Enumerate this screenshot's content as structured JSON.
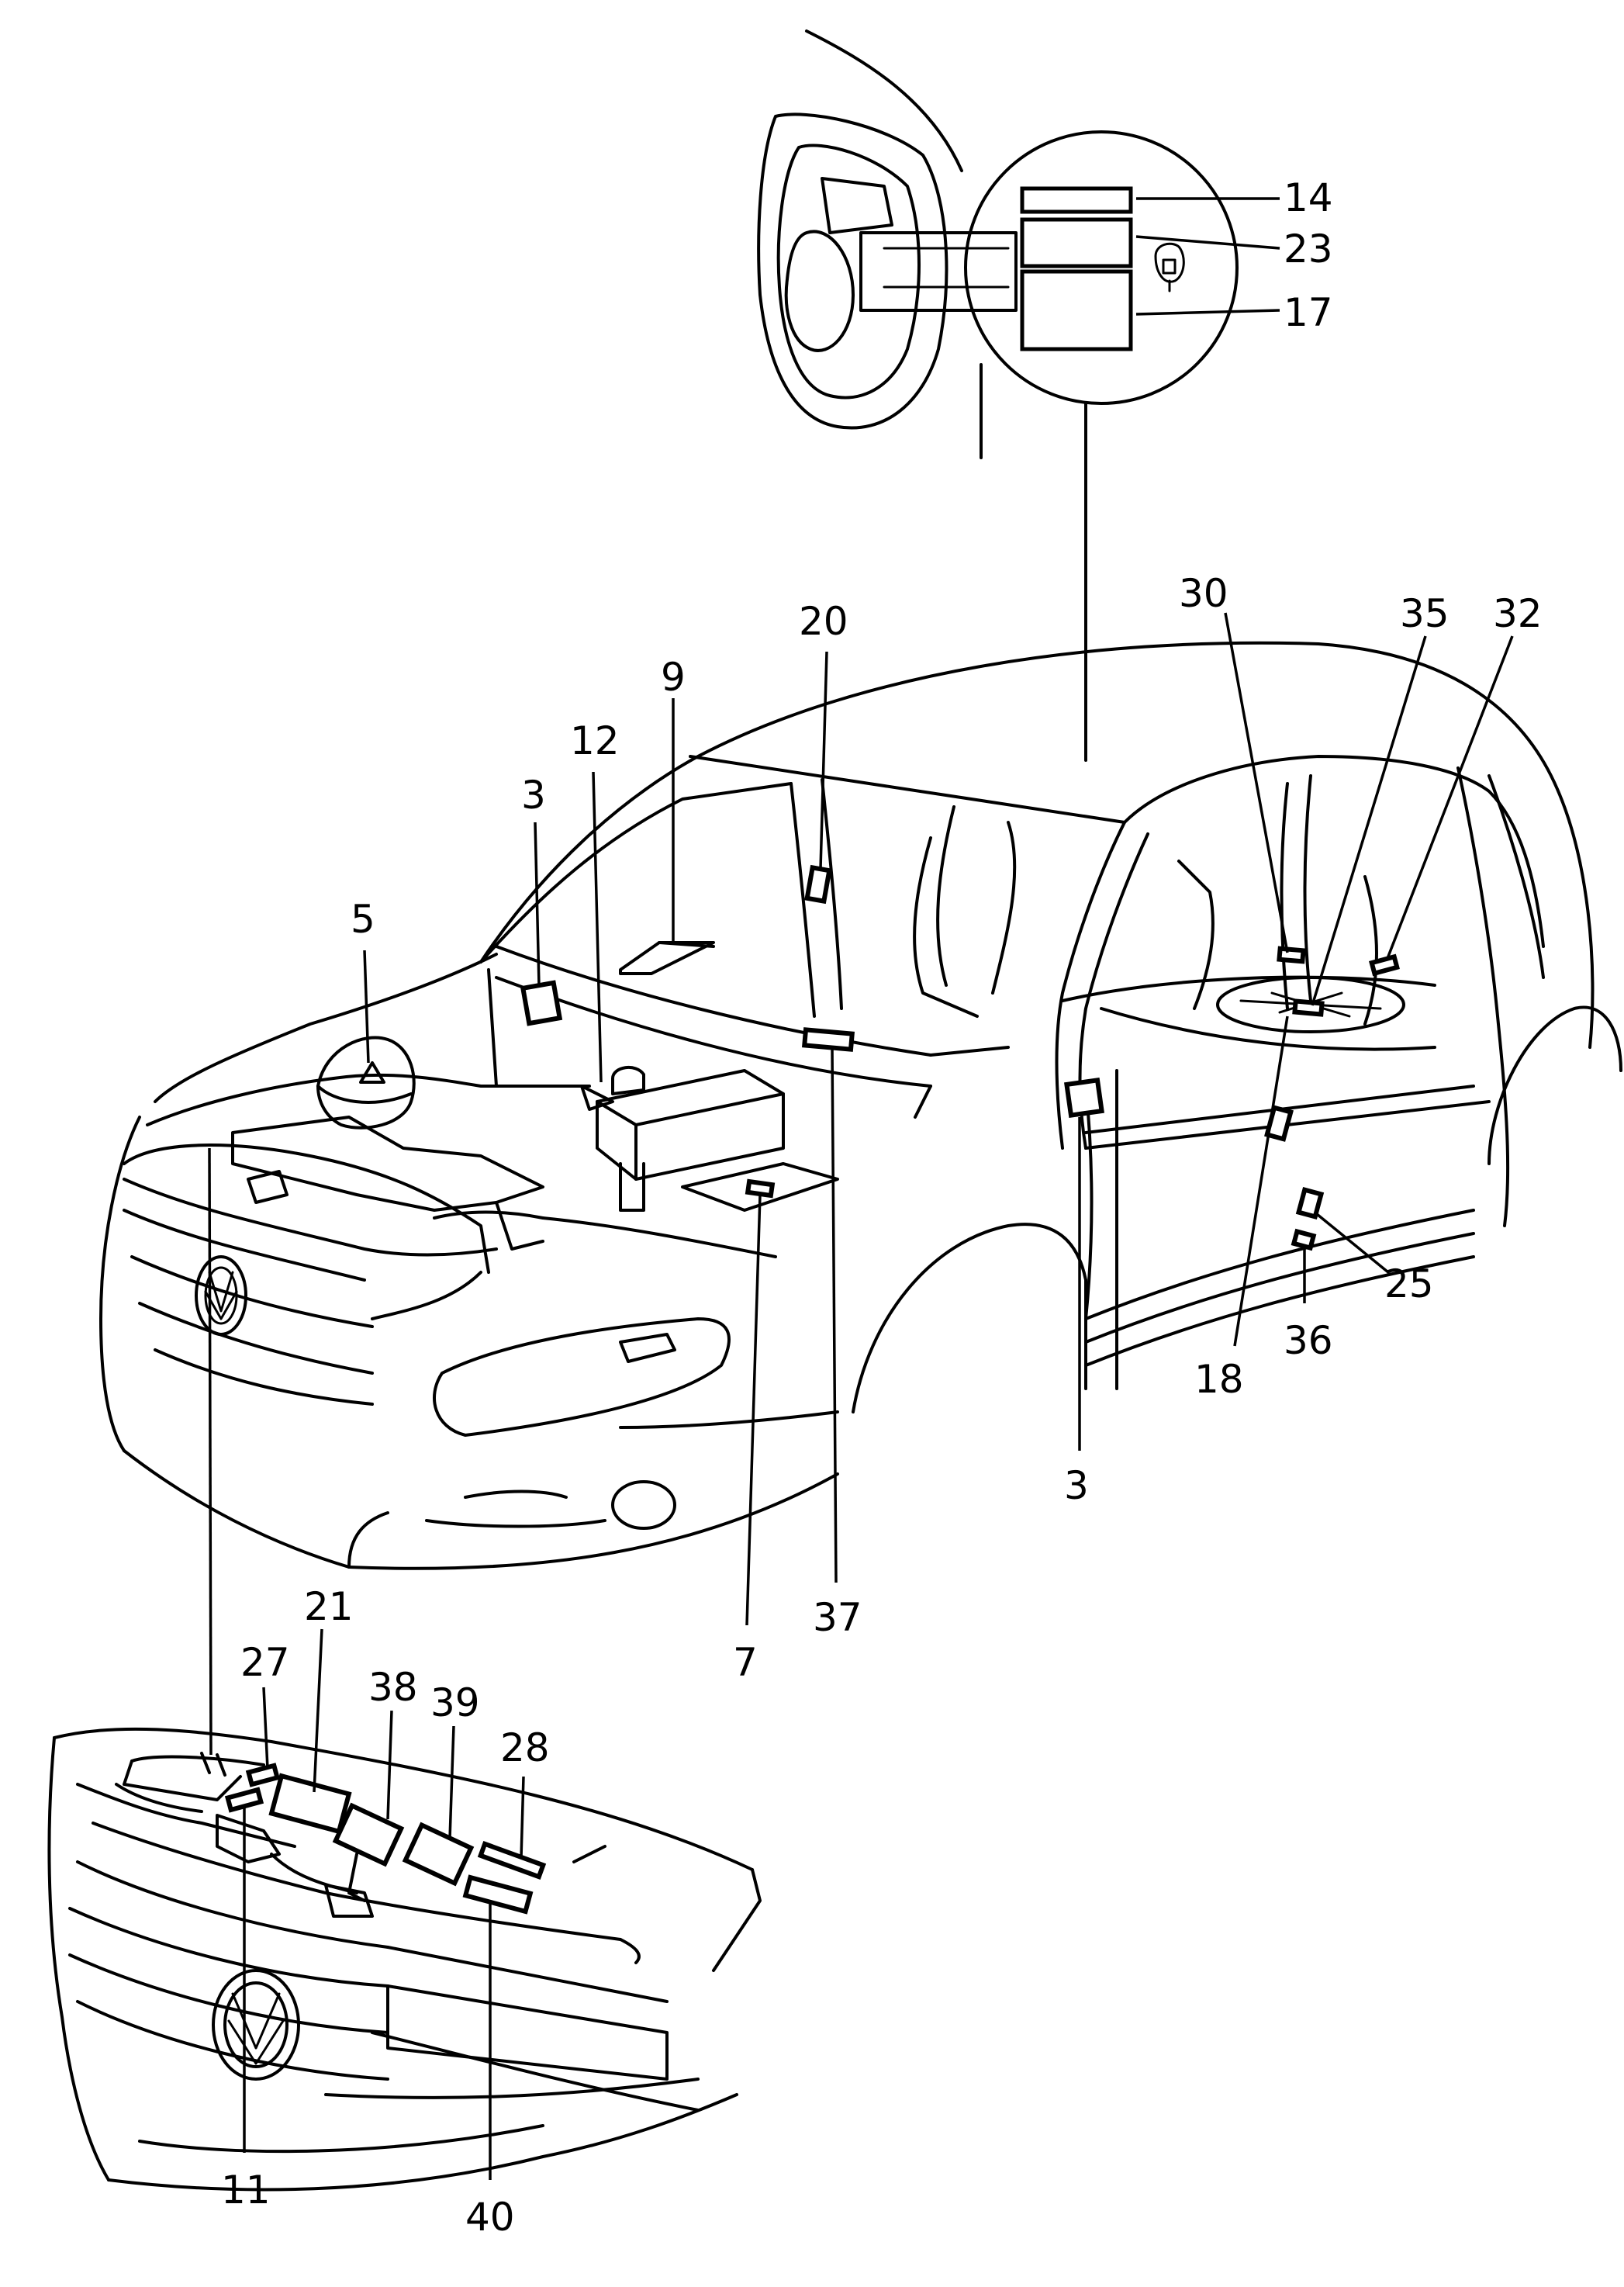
{
  "callouts": [
    {
      "id": "c14",
      "text": "14"
    },
    {
      "id": "c23",
      "text": "23"
    },
    {
      "id": "c17",
      "text": "17"
    },
    {
      "id": "c20",
      "text": "20"
    },
    {
      "id": "c30",
      "text": "30"
    },
    {
      "id": "c35",
      "text": "35"
    },
    {
      "id": "c32",
      "text": "32"
    },
    {
      "id": "c9",
      "text": "9"
    },
    {
      "id": "c12",
      "text": "12"
    },
    {
      "id": "c3a",
      "text": "3"
    },
    {
      "id": "c5",
      "text": "5"
    },
    {
      "id": "c25",
      "text": "25"
    },
    {
      "id": "c36",
      "text": "36"
    },
    {
      "id": "c18",
      "text": "18"
    },
    {
      "id": "c3b",
      "text": "3"
    },
    {
      "id": "c37",
      "text": "37"
    },
    {
      "id": "c7",
      "text": "7"
    },
    {
      "id": "c27",
      "text": "27"
    },
    {
      "id": "c21",
      "text": "21"
    },
    {
      "id": "c38",
      "text": "38"
    },
    {
      "id": "c39",
      "text": "39"
    },
    {
      "id": "c28",
      "text": "28"
    },
    {
      "id": "c11",
      "text": "11"
    },
    {
      "id": "c40",
      "text": "40"
    }
  ]
}
